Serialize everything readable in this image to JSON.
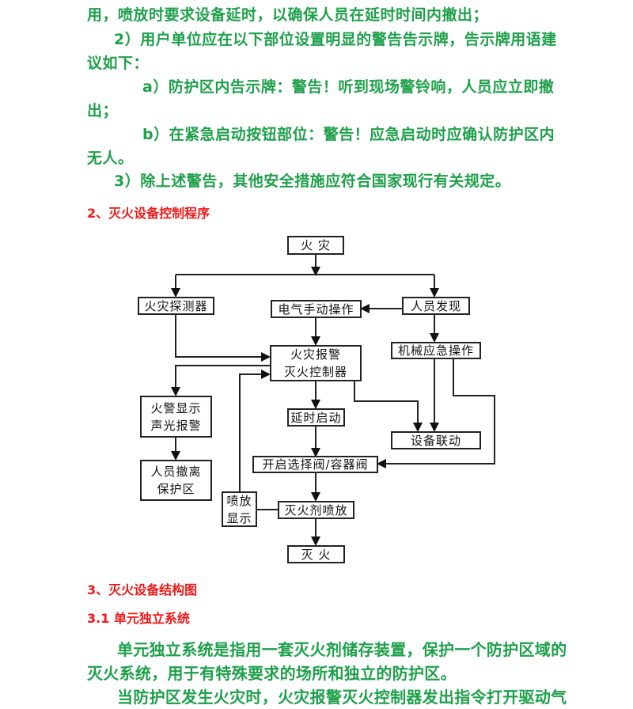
{
  "text_lines": [
    "用，喷放时要求设备延时，以确保人员在延时时间内撤出；",
    "2）用户单位应在以下部位设置明显的警告告示牌，告示牌用语建",
    "议如下：",
    "a）防护区内告示牌：警告！听到现场警铃响，人员应立即撤",
    "出；",
    "b）在紧急启动按钮部位：警告！应急启动时应确认防护区内",
    "无人。",
    "3）除上述警告，其他安全措施应符合国家现行有关规定。"
  ],
  "heading2": "2、灭火设备控制程序",
  "flowchart": {
    "fire": "火 灾",
    "detector": "火灾探测器",
    "manual_electric": "电气手动操作",
    "person_discover": "人员发现",
    "controller": "火灾报警\n灭火控制器",
    "mechanical": "机械应急操作",
    "alarm_display": "火警显示\n声光报警",
    "delay_start": "延时启动",
    "linkage": "设备联动",
    "evacuate": "人员撤离\n保护区",
    "open_valve": "开启选择阀/容器阀",
    "spray_display": "喷放\n显示",
    "agent_spray": "灭火剂喷放",
    "extinguish": "灭 火"
  },
  "heading3": "3、灭火设备结构图",
  "heading31": "3.1 单元独立系统",
  "para_lines": [
    "单元独立系统是指用一套灭火剂储存装置，保护一个防护区域的",
    "灭火系统，用于有特殊要求的场所和独立的防护区。",
    "当防护区发生火灾时，火灾报警灭火控制器发出指令打开驱动气"
  ],
  "colors": {
    "body_text": "#1ea04a",
    "heading": "#f01818"
  }
}
